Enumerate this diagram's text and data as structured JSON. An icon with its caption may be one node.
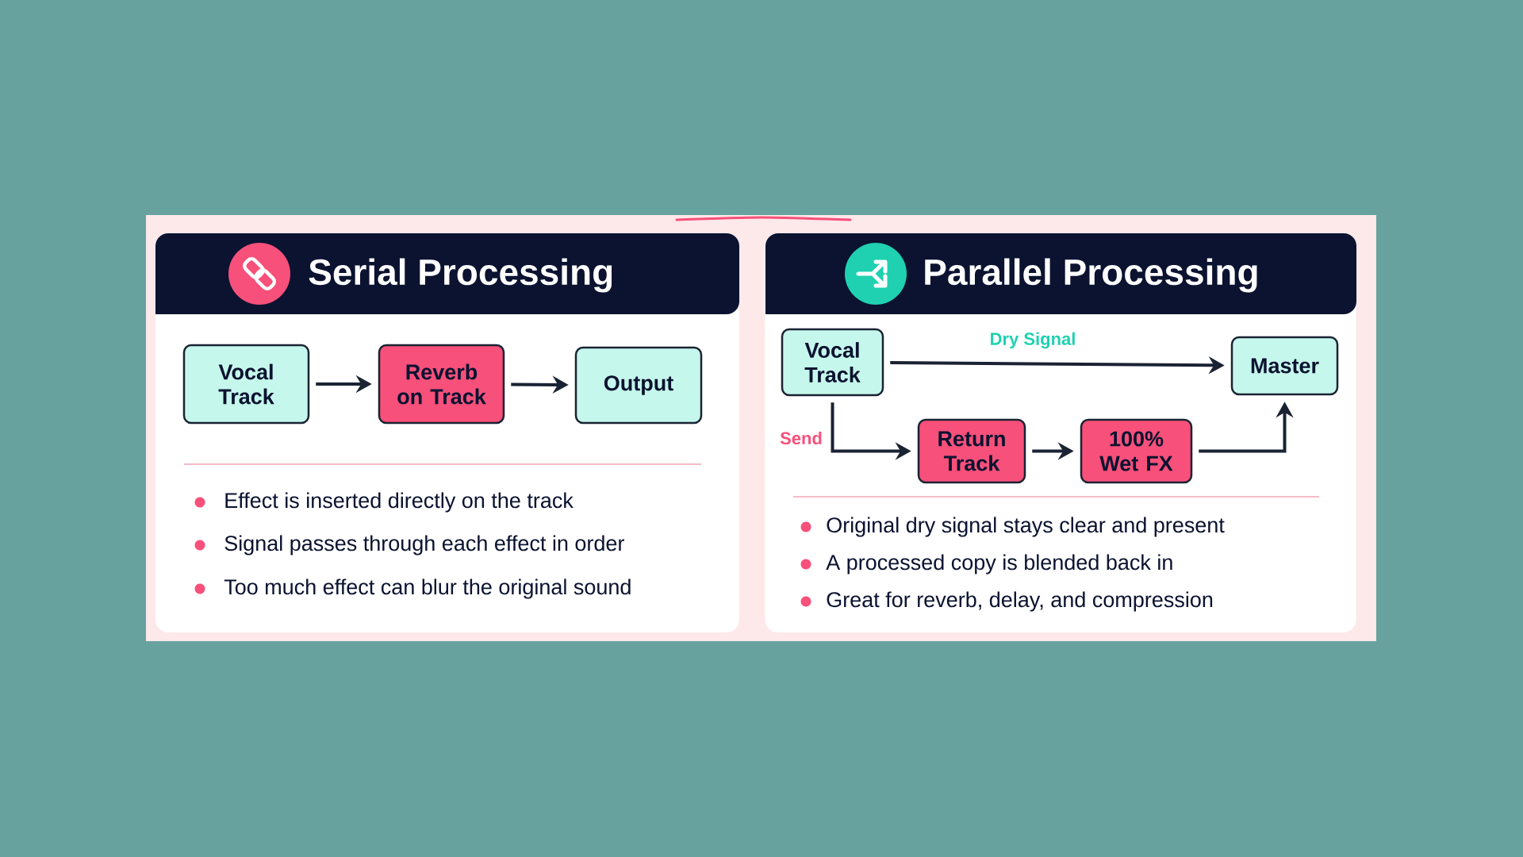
{
  "diagram": {
    "nodes": [
      {
        "text": [
          "Serial Processing",
          "Effect is inserted directly on the track",
          "Signal passes through each effect in order",
          "Too much effect can blur the original sound"
        ]
      },
      {
        "text": [
          "Vocal Track"
        ],
        "in": 0
      },
      {
        "text": [
          "Reverb on Track"
        ],
        "in": 0
      },
      {
        "text": [
          "Output"
        ],
        "in": 0
      },
      {
        "text": [
          "Parallel Processing",
          "Original dry signal stays clear and present",
          "A processed copy is blended back in",
          "Great for reverb, delay, and compression"
        ]
      },
      {
        "text": [
          "Vocal Track"
        ],
        "in": 4
      },
      {
        "text": [
          "Master"
        ],
        "in": 4
      },
      {
        "text": [
          "Return Track"
        ],
        "in": 4
      },
      {
        "text": [
          "100% Wet FX"
        ],
        "in": 4
      }
    ],
    "edges": [
      {
        "from": 1,
        "to": 2,
        "arrow": "to"
      },
      {
        "from": 2,
        "to": 3,
        "arrow": "to"
      },
      {
        "from": 5,
        "to": 6,
        "arrow": "to",
        "label": "Dry Signal"
      },
      {
        "from": 5,
        "to": 7,
        "arrow": "to",
        "label": "Send"
      },
      {
        "from": 7,
        "to": 8,
        "arrow": "to"
      },
      {
        "from": 8,
        "to": 6,
        "arrow": "to"
      }
    ]
  }
}
